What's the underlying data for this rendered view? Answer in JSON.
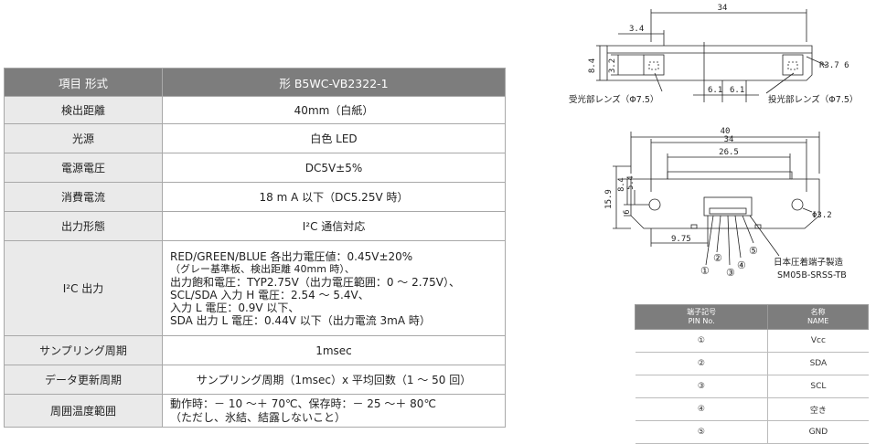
{
  "spec": {
    "header": {
      "item": "項目 形式",
      "model": "形 B5WC-VB2322-1"
    },
    "rows": [
      {
        "label": "検出距離",
        "value": "40mm（白紙）"
      },
      {
        "label": "光源",
        "value": "白色 LED"
      },
      {
        "label": "電源電圧",
        "value": "DC5V±5%"
      },
      {
        "label": "消費電流",
        "value": "18 m A 以下（DC5.25V 時）"
      },
      {
        "label": "出力形態",
        "value": "I²C 通信対応"
      },
      {
        "label": "I²C 出力",
        "lines": [
          "RED/GREEN/BLUE 各出力電圧値：0.45V±20%",
          "（グレー基準板、検出距離 40mm 時）、",
          "出力飽和電圧：TYP2.75V（出力電圧範囲：0 ～ 2.75V）、",
          "SCL/SDA 入力 H 電圧：2.54 ～ 5.4V、",
          "入力 L 電圧：0.9V 以下、",
          "SDA 出力 L 電圧：0.44V 以下（出力電流 3mA 時）"
        ]
      },
      {
        "label": "サンプリング周期",
        "value": "1msec"
      },
      {
        "label": "データ更新周期",
        "value": "サンプリング周期（1msec）x 平均回数（1 ～ 50 回）"
      },
      {
        "label": "周囲温度範囲",
        "lines": [
          "動作時：－ 10 ～＋ 70℃、保存時：－ 25 ～＋ 80℃",
          "（ただし、氷結、結露しないこと）"
        ]
      }
    ]
  },
  "drawing": {
    "top": {
      "dim_width": "34",
      "dim_offset": "3.4",
      "dim_height": "8.4",
      "dim_inner": "3.2",
      "dim_radius": "R3.7 6",
      "dim_gap_left": "6.1",
      "dim_gap_right": "6.1",
      "label_receiver": "受光部レンズ（Φ7.5）",
      "label_emitter": "投光部レンズ（Φ7.5）"
    },
    "front": {
      "dim_outer": "40",
      "dim_holes": "34",
      "dim_slot": "26.5",
      "dim_height": "15.9",
      "dim_a": "8.4",
      "dim_b": "5.4",
      "dim_c": "6",
      "dim_hole": "Φ3.2",
      "dim_connector": "9.75",
      "pins": [
        "①",
        "②",
        "③",
        "④",
        "⑤"
      ],
      "connector_maker": "日本圧着端子製造",
      "connector_part": "SM05B-SRSS-TB"
    }
  },
  "pin_table": {
    "col1": [
      "端子記号",
      "PIN No."
    ],
    "col2": [
      "名称",
      "NAME"
    ],
    "rows": [
      {
        "pin": "①",
        "name": "Vcc"
      },
      {
        "pin": "②",
        "name": "SDA"
      },
      {
        "pin": "③",
        "name": "SCL"
      },
      {
        "pin": "④",
        "name": "空き"
      },
      {
        "pin": "⑤",
        "name": "GND"
      }
    ]
  }
}
